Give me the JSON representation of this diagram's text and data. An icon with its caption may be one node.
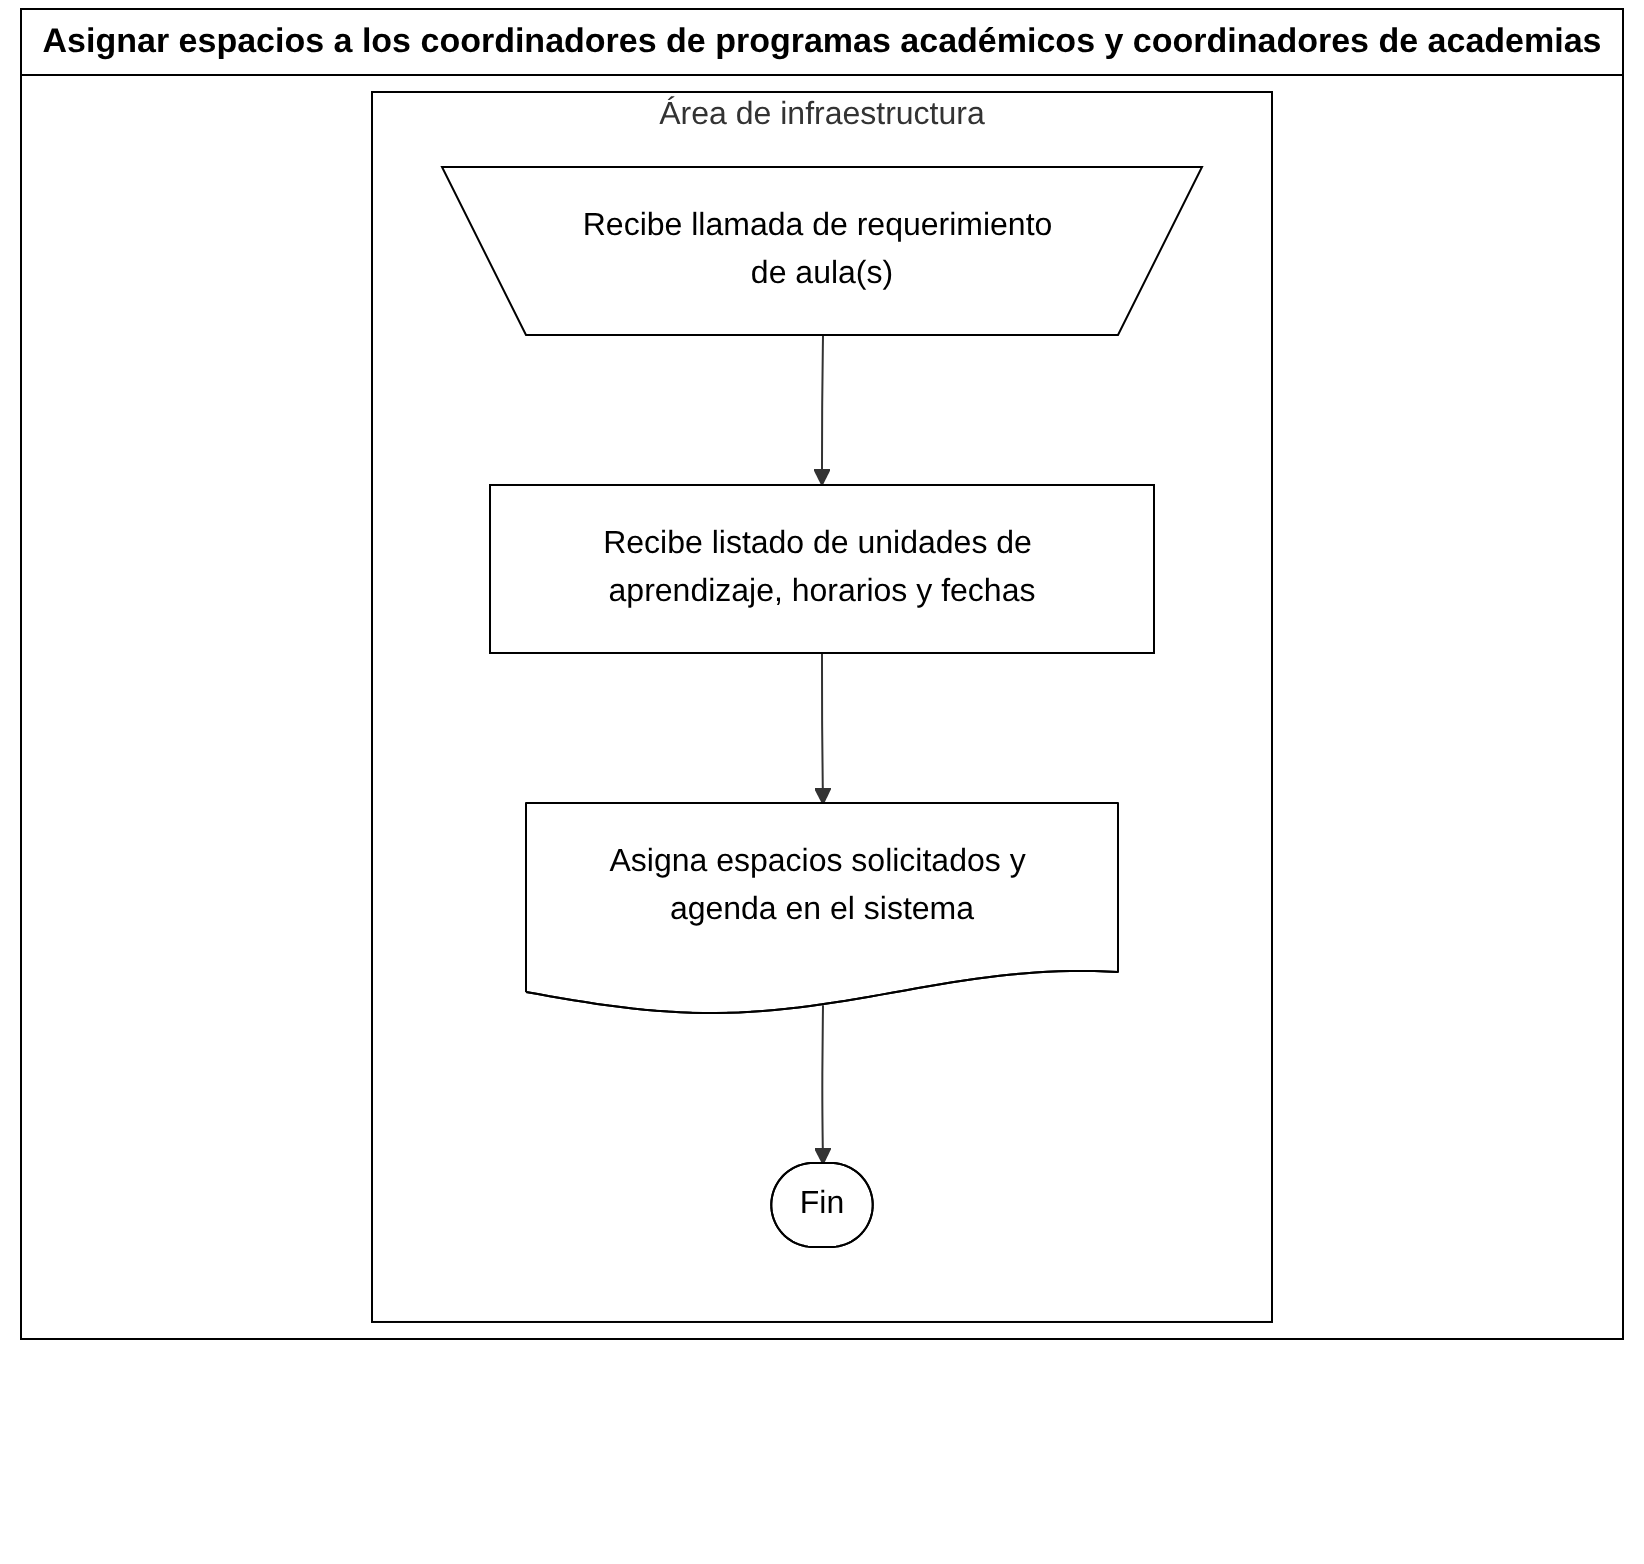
{
  "diagram": {
    "title": "Asignar espacios a los coordinadores de programas académicos y coordinadores de academias",
    "nodes": [
      {
        "text": [
          "Área de infraestructura"
        ]
      },
      {
        "text": [
          "Recibe llamada de requerimiento de aula(s)"
        ],
        "in": 0
      },
      {
        "text": [
          "Recibe listado de unidades de aprendizaje, horarios y fechas"
        ],
        "in": 0
      },
      {
        "text": [
          "Asigna espacios solicitados y agenda en el sistema"
        ],
        "in": 0
      },
      {
        "text": [
          "Fin"
        ],
        "in": 0
      }
    ],
    "edges": [
      {
        "from": 1,
        "to": 2,
        "arrow": "to"
      },
      {
        "from": 2,
        "to": 3,
        "arrow": "to"
      },
      {
        "from": 3,
        "to": 4,
        "arrow": "to"
      }
    ]
  }
}
